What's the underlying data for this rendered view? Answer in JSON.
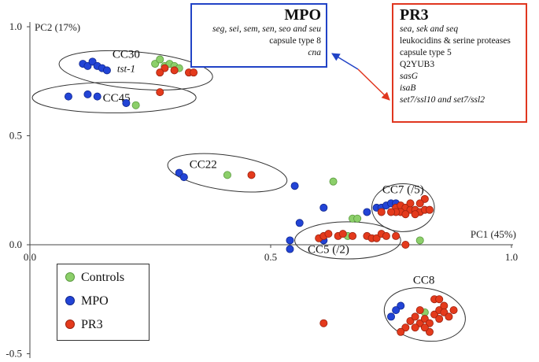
{
  "chart_data": {
    "type": "scatter",
    "title": "",
    "xlabel": "PC1 (45%)",
    "ylabel": "PC2 (17%)",
    "xlim": [
      0.0,
      1.0
    ],
    "ylim": [
      -0.5,
      1.0
    ],
    "xticks": [
      "0.0",
      "0.5",
      "1.0"
    ],
    "yticks": [
      "1.0",
      "0.5",
      "0.0",
      "-0.5"
    ],
    "legend_position": "bottom-left",
    "colors": {
      "Controls": "#8ccf6a",
      "MPO": "#2244d6",
      "PR3": "#e43a1c"
    },
    "series": [
      {
        "name": "Controls",
        "points": [
          [
            0.26,
            0.83
          ],
          [
            0.27,
            0.85
          ],
          [
            0.28,
            0.82
          ],
          [
            0.29,
            0.83
          ],
          [
            0.3,
            0.82
          ],
          [
            0.31,
            0.81
          ],
          [
            0.22,
            0.64
          ],
          [
            0.41,
            0.32
          ],
          [
            0.63,
            0.29
          ],
          [
            0.67,
            0.12
          ],
          [
            0.68,
            0.12
          ],
          [
            0.66,
            0.04
          ],
          [
            0.81,
            0.02
          ],
          [
            0.82,
            -0.31
          ]
        ]
      },
      {
        "name": "MPO",
        "points": [
          [
            0.11,
            0.83
          ],
          [
            0.12,
            0.82
          ],
          [
            0.13,
            0.84
          ],
          [
            0.14,
            0.82
          ],
          [
            0.15,
            0.81
          ],
          [
            0.16,
            0.8
          ],
          [
            0.08,
            0.68
          ],
          [
            0.12,
            0.69
          ],
          [
            0.14,
            0.68
          ],
          [
            0.2,
            0.65
          ],
          [
            0.31,
            0.33
          ],
          [
            0.32,
            0.31
          ],
          [
            0.55,
            0.27
          ],
          [
            0.61,
            0.17
          ],
          [
            0.56,
            0.1
          ],
          [
            0.54,
            0.02
          ],
          [
            0.61,
            0.02
          ],
          [
            0.54,
            -0.02
          ],
          [
            0.7,
            0.15
          ],
          [
            0.72,
            0.17
          ],
          [
            0.73,
            0.17
          ],
          [
            0.74,
            0.18
          ],
          [
            0.75,
            0.19
          ],
          [
            0.76,
            0.19
          ],
          [
            0.75,
            -0.33
          ],
          [
            0.77,
            -0.28
          ],
          [
            0.76,
            -0.3
          ]
        ]
      },
      {
        "name": "PR3",
        "points": [
          [
            0.28,
            0.81
          ],
          [
            0.3,
            0.8
          ],
          [
            0.33,
            0.79
          ],
          [
            0.34,
            0.79
          ],
          [
            0.27,
            0.79
          ],
          [
            0.27,
            0.7
          ],
          [
            0.46,
            0.32
          ],
          [
            0.76,
            0.17
          ],
          [
            0.77,
            0.18
          ],
          [
            0.78,
            0.17
          ],
          [
            0.79,
            0.16
          ],
          [
            0.8,
            0.16
          ],
          [
            0.81,
            0.15
          ],
          [
            0.77,
            0.15
          ],
          [
            0.78,
            0.14
          ],
          [
            0.8,
            0.14
          ],
          [
            0.82,
            0.16
          ],
          [
            0.82,
            0.21
          ],
          [
            0.83,
            0.16
          ],
          [
            0.76,
            0.15
          ],
          [
            0.79,
            0.19
          ],
          [
            0.81,
            0.19
          ],
          [
            0.73,
            0.15
          ],
          [
            0.75,
            0.15
          ],
          [
            0.6,
            0.03
          ],
          [
            0.61,
            0.04
          ],
          [
            0.62,
            0.05
          ],
          [
            0.64,
            0.04
          ],
          [
            0.65,
            0.05
          ],
          [
            0.67,
            0.04
          ],
          [
            0.7,
            0.04
          ],
          [
            0.71,
            0.03
          ],
          [
            0.72,
            0.03
          ],
          [
            0.73,
            0.05
          ],
          [
            0.74,
            0.04
          ],
          [
            0.76,
            0.04
          ],
          [
            0.78,
            0.0
          ],
          [
            0.79,
            -0.35
          ],
          [
            0.8,
            -0.33
          ],
          [
            0.81,
            -0.36
          ],
          [
            0.82,
            -0.34
          ],
          [
            0.83,
            -0.36
          ],
          [
            0.84,
            -0.32
          ],
          [
            0.85,
            -0.3
          ],
          [
            0.85,
            -0.34
          ],
          [
            0.86,
            -0.28
          ],
          [
            0.86,
            -0.31
          ],
          [
            0.87,
            -0.33
          ],
          [
            0.83,
            -0.4
          ],
          [
            0.82,
            -0.38
          ],
          [
            0.8,
            -0.38
          ],
          [
            0.84,
            -0.25
          ],
          [
            0.85,
            -0.25
          ],
          [
            0.88,
            -0.3
          ],
          [
            0.81,
            -0.3
          ],
          [
            0.78,
            -0.38
          ],
          [
            0.77,
            -0.4
          ],
          [
            0.61,
            -0.36
          ]
        ]
      }
    ],
    "clusters": [
      {
        "label": "CC30",
        "sublabel": "tst-1",
        "center": [
          0.22,
          0.8
        ],
        "radius": [
          0.16,
          0.085
        ]
      },
      {
        "label": "CC45",
        "sublabel": "",
        "center": [
          0.175,
          0.675
        ],
        "radius": [
          0.17,
          0.07
        ]
      },
      {
        "label": "CC22",
        "sublabel": "",
        "center": [
          0.41,
          0.33
        ],
        "radius": [
          0.125,
          0.08
        ]
      },
      {
        "label": "CC7 (/5)",
        "sublabel": "",
        "center": [
          0.775,
          0.17
        ],
        "radius": [
          0.065,
          0.11
        ]
      },
      {
        "label": "CC5 (/2)",
        "sublabel": "",
        "center": [
          0.66,
          0.02
        ],
        "radius": [
          0.11,
          0.085
        ]
      },
      {
        "label": "CC8",
        "sublabel": "",
        "center": [
          0.82,
          -0.32
        ],
        "radius": [
          0.085,
          0.12
        ]
      }
    ]
  },
  "mpo_box": {
    "title": "MPO",
    "lines": [
      "seg, sei, sem, sen, seo and seu",
      "capsule type 8",
      "cna"
    ],
    "italic": [
      true,
      false,
      true
    ],
    "color": "#2143c6"
  },
  "pr3_box": {
    "title": "PR3",
    "lines": [
      "sea, sek and seq",
      "leukocidins & serine proteases",
      "capsule type 5",
      "Q2YUB3",
      "sasG",
      "isaB",
      "set7/ssl10 and set7/ssl2"
    ],
    "italic": [
      true,
      false,
      false,
      false,
      true,
      true,
      true
    ],
    "color": "#e0361f"
  },
  "legend": {
    "items": [
      "Controls",
      "MPO",
      "PR3"
    ]
  }
}
